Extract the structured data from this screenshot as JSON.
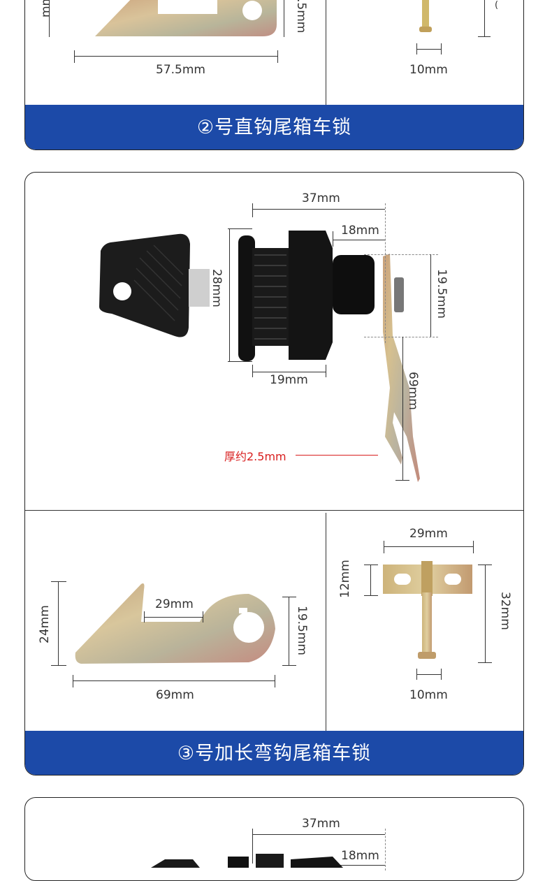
{
  "top_card": {
    "dim_partial_left": "mm",
    "dim_partial_mid": ".5mm",
    "dim_57_5": "57.5mm",
    "dim_10": "10mm",
    "banner": "②号直钩尾箱车锁"
  },
  "main_card": {
    "dim_37": "37mm",
    "dim_18": "18mm",
    "dim_28": "28mm",
    "dim_19_5": "19.5mm",
    "dim_19": "19mm",
    "dim_69": "69mm",
    "thickness": "厚约2.5mm",
    "hook_24": "24mm",
    "hook_29": "29mm",
    "hook_19_5": "19.5mm",
    "hook_69": "69mm",
    "bolt_29": "29mm",
    "bolt_12": "12mm",
    "bolt_32": "32mm",
    "bolt_10": "10mm",
    "banner": "③号加长弯钩尾箱车锁"
  },
  "bottom_card": {
    "dim_37": "37mm",
    "dim_18": "18mm"
  },
  "colors": {
    "banner_blue": "#1c4aa8",
    "annotation_red": "#d81e1e"
  }
}
